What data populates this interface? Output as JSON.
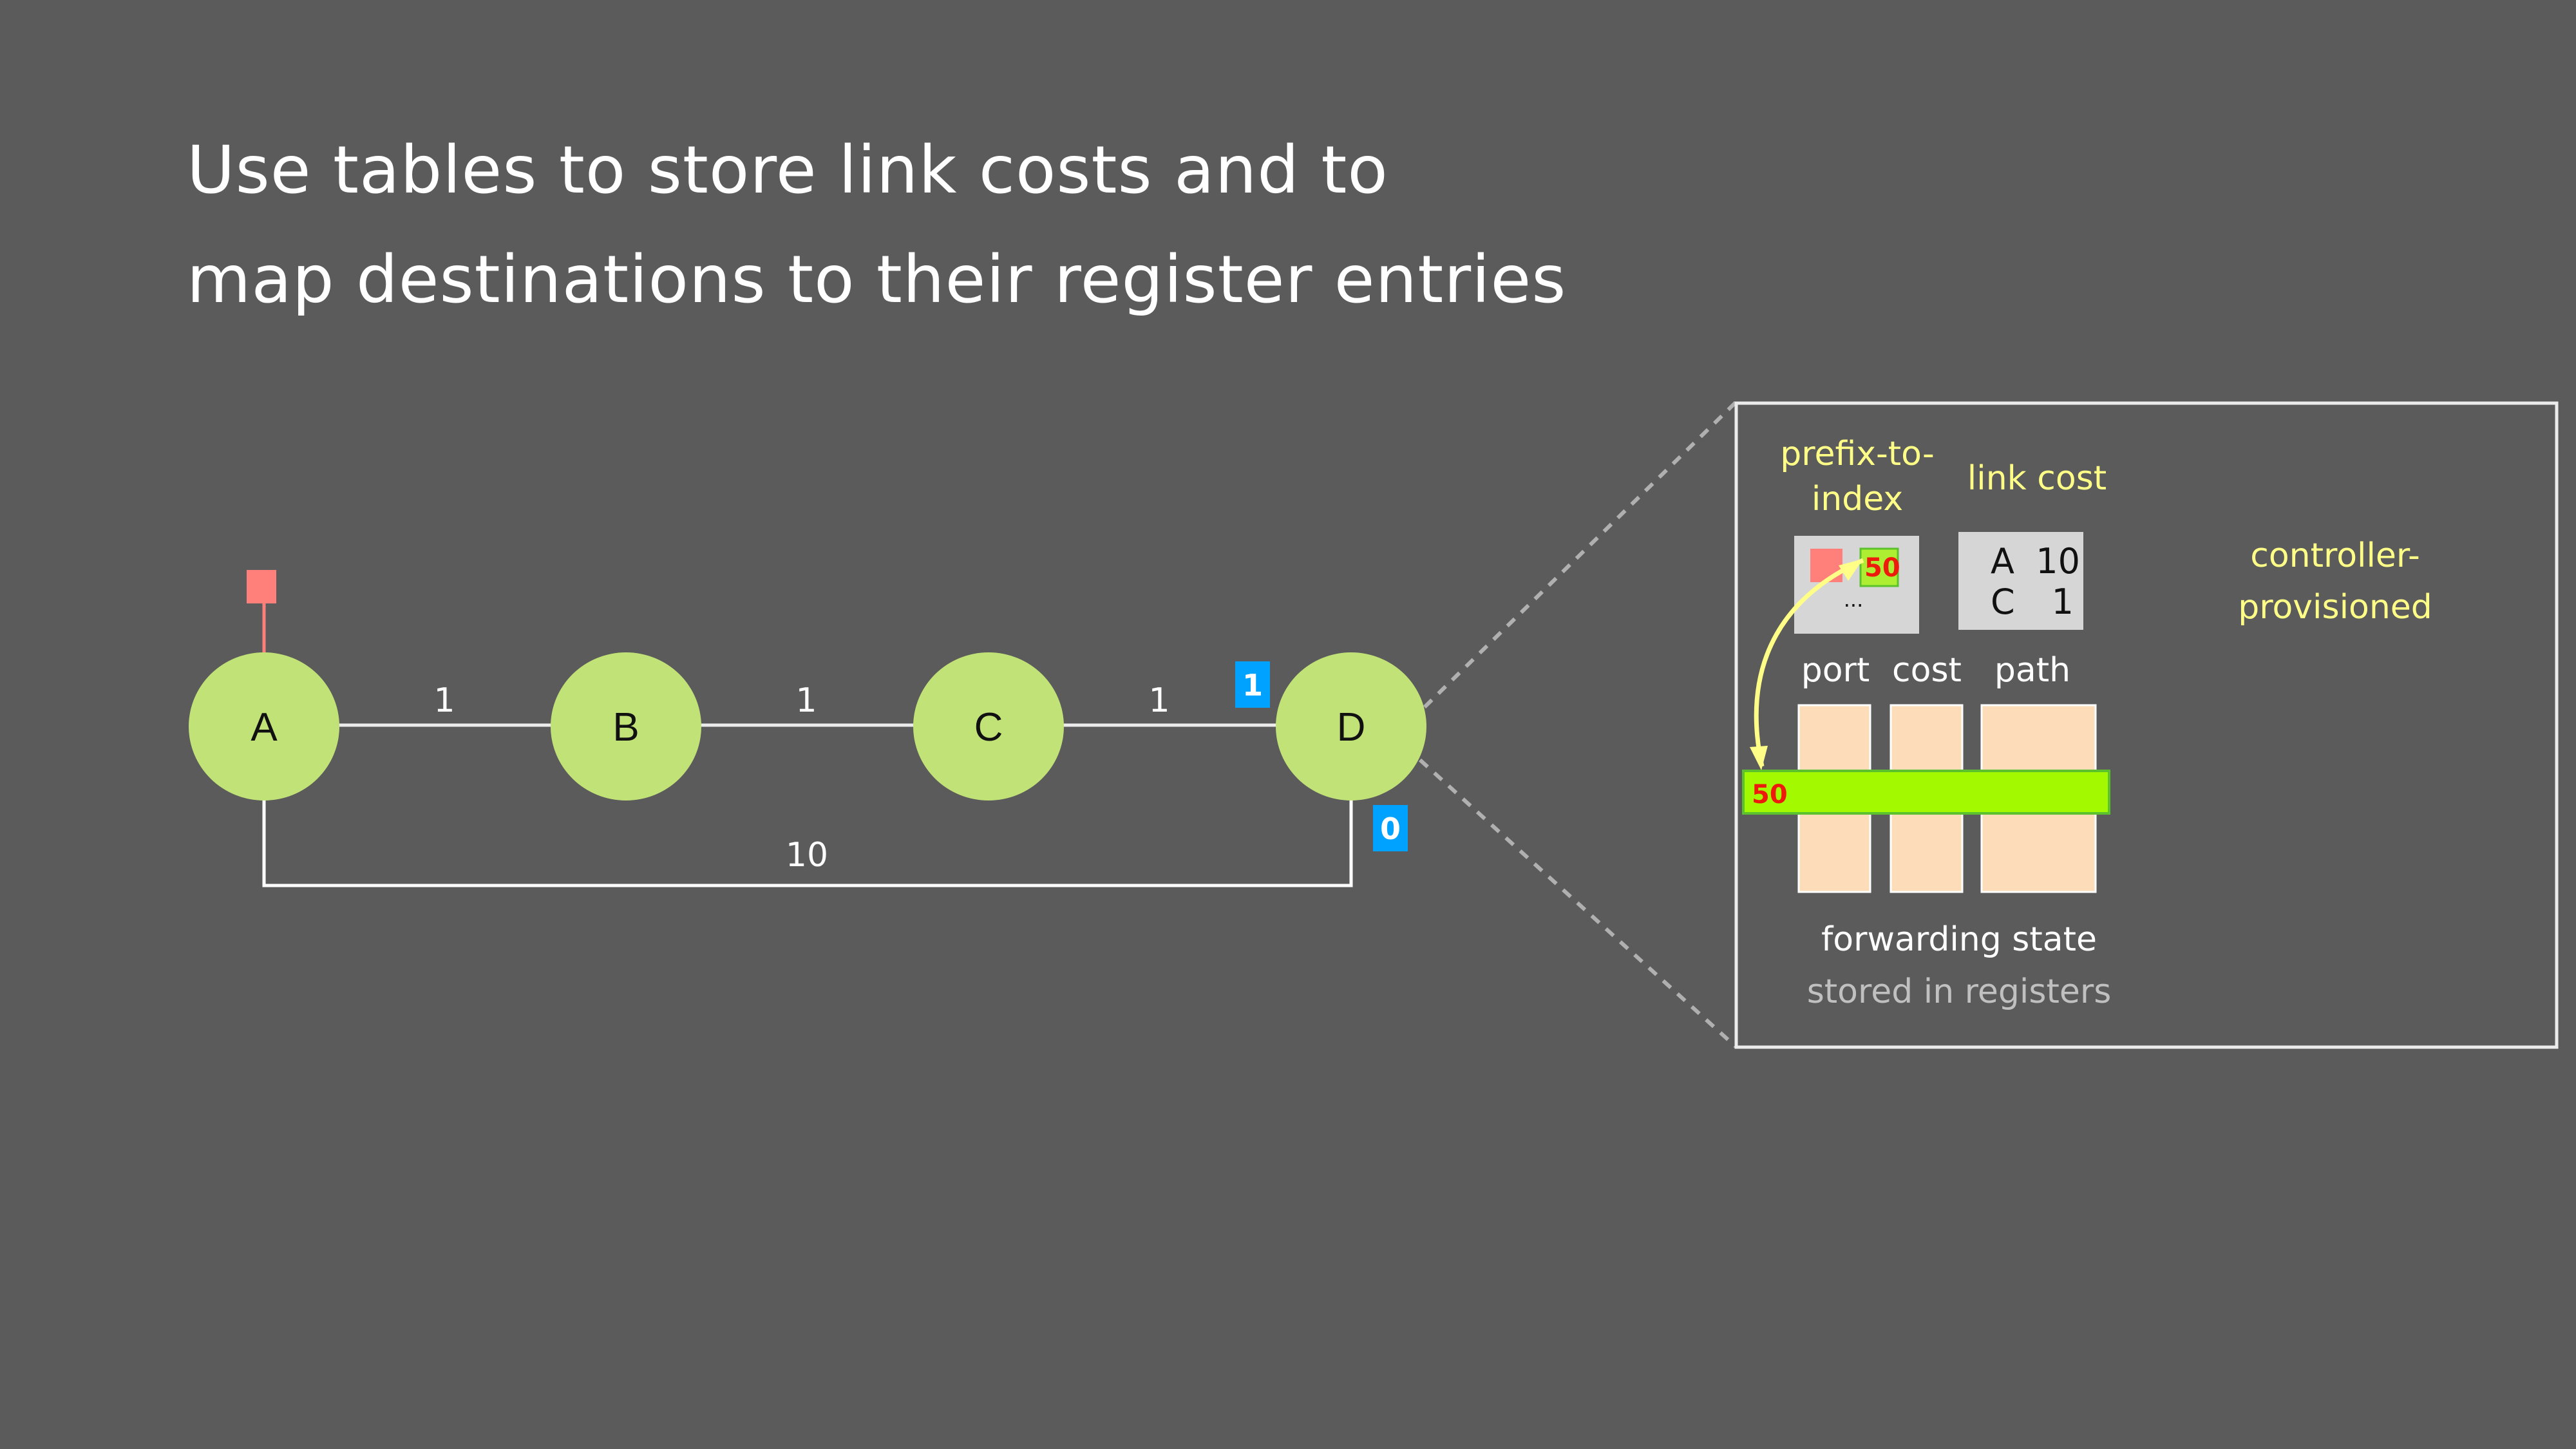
{
  "title": {
    "line1": "Use tables to store link costs and to",
    "line2": "map destinations to their register entries"
  },
  "topology": {
    "nodes": [
      "A",
      "B",
      "C",
      "D"
    ],
    "links": [
      {
        "from": "A",
        "to": "B",
        "cost": "1"
      },
      {
        "from": "B",
        "to": "C",
        "cost": "1"
      },
      {
        "from": "C",
        "to": "D",
        "cost": "1"
      },
      {
        "from": "A",
        "to": "D",
        "cost": "10"
      }
    ],
    "ports": {
      "d_port_to_c": "1",
      "d_port_to_a": "0"
    }
  },
  "zoom_panel": {
    "prefix_table_title_line1": "prefix-to-",
    "prefix_table_title_line2": "index",
    "prefix_index_value": "50",
    "prefix_more": "...",
    "link_cost_title": "link cost",
    "link_cost_rows": [
      {
        "node": "A",
        "cost": "10"
      },
      {
        "node": "C",
        "cost": "1"
      }
    ],
    "controller_line1": "controller-",
    "controller_line2": "provisioned",
    "register_columns": [
      "port",
      "cost",
      "path"
    ],
    "register_row_index": "50",
    "forwarding_label": "forwarding state",
    "forwarding_sublabel": "stored in registers"
  },
  "colors": {
    "background": "#5b5b5b",
    "node_fill": "#c1e277",
    "prefix_marker": "#ff7f7a",
    "port_badge": "#00a2ff",
    "register_fill": "#fddcb9",
    "highlight_row": "#a3fa00",
    "annotation_yellow": "#ffff88",
    "index_red": "#ee1b0c"
  }
}
